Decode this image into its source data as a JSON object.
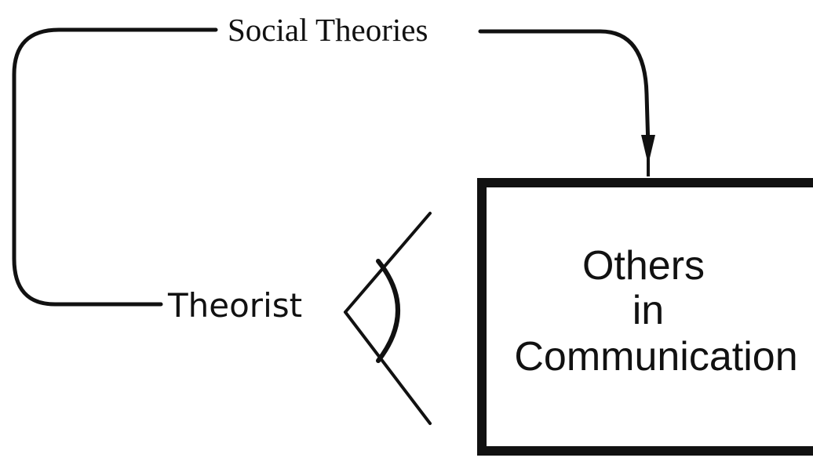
{
  "diagram": {
    "top_label": "Social Theories",
    "left_node": "Theorist",
    "box": {
      "line1": "Others",
      "line2": "in",
      "line3": "Communication"
    }
  },
  "colors": {
    "ink": "#111111",
    "background": "#ffffff"
  }
}
